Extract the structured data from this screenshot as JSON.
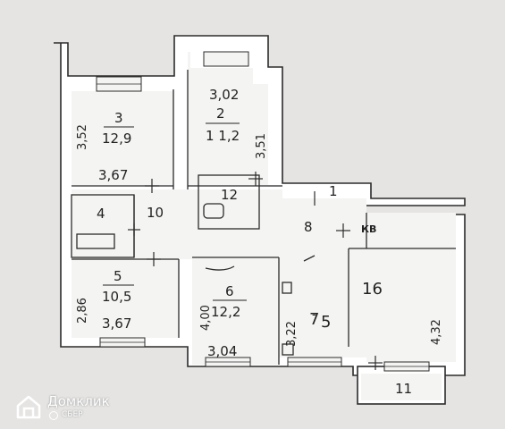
{
  "watermark": "domclick",
  "brand": {
    "name": "Домклик",
    "sub": "СБЕР",
    "logo_icon": "house-logo-icon"
  },
  "rooms": {
    "r3": {
      "num": "3",
      "area": "12,9",
      "dim_v": "3,52",
      "dim_h": "3,67"
    },
    "r2": {
      "dim_top": "3,02",
      "num": "2",
      "area": "1 1,2",
      "dim_v": "3,51"
    },
    "r12": {
      "num": "12"
    },
    "r1": {
      "num": "1"
    },
    "r4": {
      "num": "4"
    },
    "r10": {
      "num": "10"
    },
    "r8": {
      "num": "8"
    },
    "kv": {
      "label": "КВ"
    },
    "r5": {
      "num": "5",
      "area": "10,5",
      "dim_v": "2,86",
      "dim_h": "3,67"
    },
    "r6": {
      "num": "6",
      "area": "12,2",
      "dim_v": "4,00",
      "dim_h": "3,04"
    },
    "r7": {
      "num": "7",
      "sep": "-",
      "tail": "5"
    },
    "r16": {
      "num": "16",
      "dim_v": "4,32",
      "dim_v2": "3,22"
    },
    "r11": {
      "num": "11"
    }
  }
}
